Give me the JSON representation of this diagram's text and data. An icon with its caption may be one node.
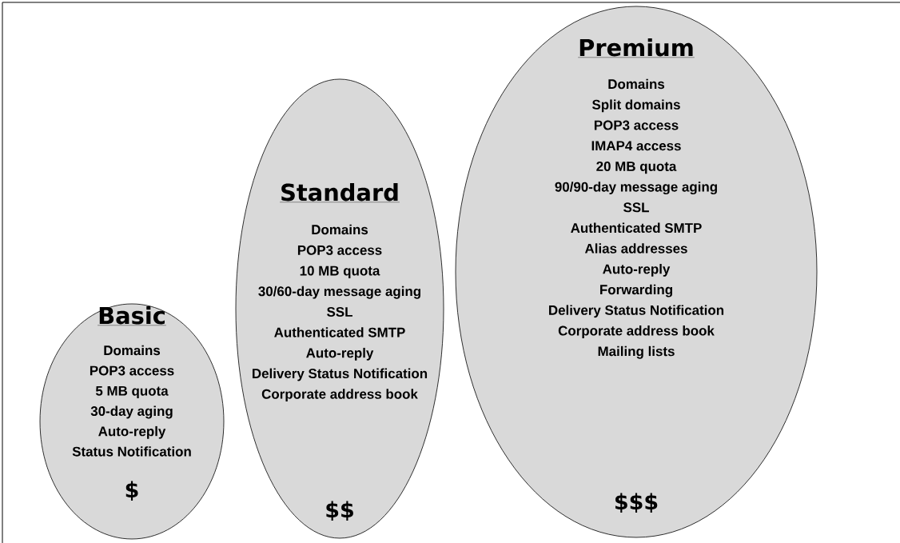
{
  "diagram": {
    "nodes": [
      {
        "text": [
          "Basic",
          "Domains",
          "POP3 access",
          "5 MB quota",
          "30-day aging",
          "Auto-reply",
          "Status Notification",
          "$"
        ]
      },
      {
        "text": [
          "Standard",
          "Domains",
          "POP3 access",
          "10 MB quota",
          "30/60-day message aging",
          "SSL",
          "Authenticated SMTP",
          "Auto-reply",
          "Delivery Status Notification",
          "Corporate address book",
          "$$"
        ]
      },
      {
        "text": [
          "Premium",
          "Domains",
          "Split domains",
          "POP3 access",
          "IMAP4 access",
          "20 MB quota",
          "90/90-day message aging",
          "SSL",
          "Authenticated SMTP",
          "Alias addresses",
          "Auto-reply",
          "Forwarding",
          "Delivery Status Notification",
          "Corporate address book",
          "Mailing lists",
          "$$$"
        ]
      }
    ],
    "edges": []
  }
}
